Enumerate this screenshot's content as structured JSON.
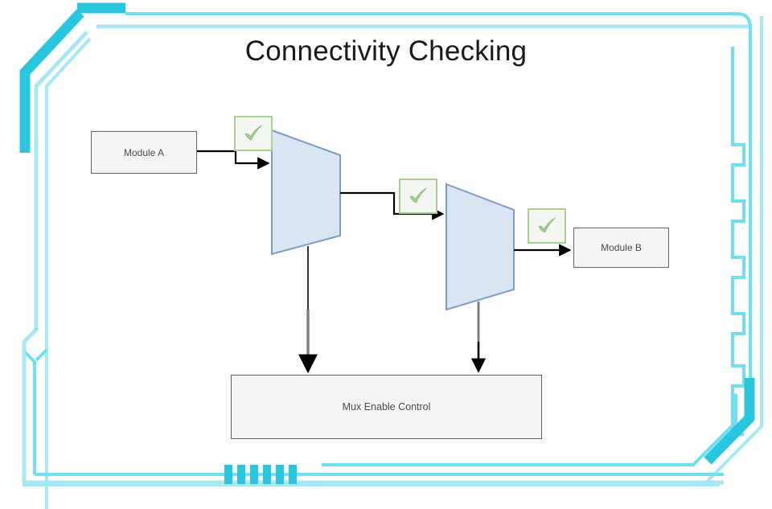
{
  "diagram": {
    "title": "Connectivity Checking",
    "type": "block-diagram",
    "theme": {
      "background": "#ffffff",
      "frame_accent_bright": "#29c6e0",
      "frame_accent_pale": "#a8e8f2",
      "node_fill": "#f4f4f4",
      "node_border": "#616161",
      "mux_fill": "#dae5f4",
      "mux_border": "#7a9cc6",
      "check_fill": "#f4f6f1",
      "check_border": "#a9cf95",
      "check_glyph": "#8cc07a",
      "connector_black": "#000000",
      "connector_gray": "#7f7f7f",
      "title_color": "#1a1a1a",
      "label_color": "#4b4b4b"
    },
    "nodes": {
      "module_a": {
        "label": "Module A",
        "kind": "block"
      },
      "module_b": {
        "label": "Module B",
        "kind": "block"
      },
      "mux_enable_control": {
        "label": "Mux Enable Control",
        "kind": "block"
      },
      "mux_1": {
        "label": "",
        "kind": "mux-trapezoid"
      },
      "mux_2": {
        "label": "",
        "kind": "mux-trapezoid"
      }
    },
    "checks": [
      {
        "id": "check-1",
        "status": "pass",
        "glyph": "check-mark",
        "on_link": "module_a-to-mux_1"
      },
      {
        "id": "check-2",
        "status": "pass",
        "glyph": "check-mark",
        "on_link": "mux_1-to-mux_2"
      },
      {
        "id": "check-3",
        "status": "pass",
        "glyph": "check-mark",
        "on_link": "mux_2-to-module_b"
      }
    ],
    "links": [
      {
        "id": "module_a-to-mux_1",
        "from": "module_a",
        "to": "mux_1",
        "style": "stepped",
        "color": "#000000",
        "arrow": true
      },
      {
        "id": "mux_1-to-mux_2",
        "from": "mux_1",
        "to": "mux_2",
        "style": "stepped",
        "color": "#000000",
        "arrow": true
      },
      {
        "id": "mux_2-to-module_b",
        "from": "mux_2",
        "to": "module_b",
        "style": "straight",
        "color": "#000000",
        "arrow": true
      },
      {
        "id": "mux_1-to-control",
        "from": "mux_1",
        "to": "mux_enable_control",
        "style": "vertical",
        "color": "#7f7f7f",
        "arrow": true
      },
      {
        "id": "mux_2-to-control",
        "from": "mux_2",
        "to": "mux_enable_control",
        "style": "vertical",
        "color": "#000000",
        "arrow": true
      }
    ],
    "decoration": {
      "frame_style": "tech-circuit-border",
      "bottom_dash_count": 6
    }
  }
}
